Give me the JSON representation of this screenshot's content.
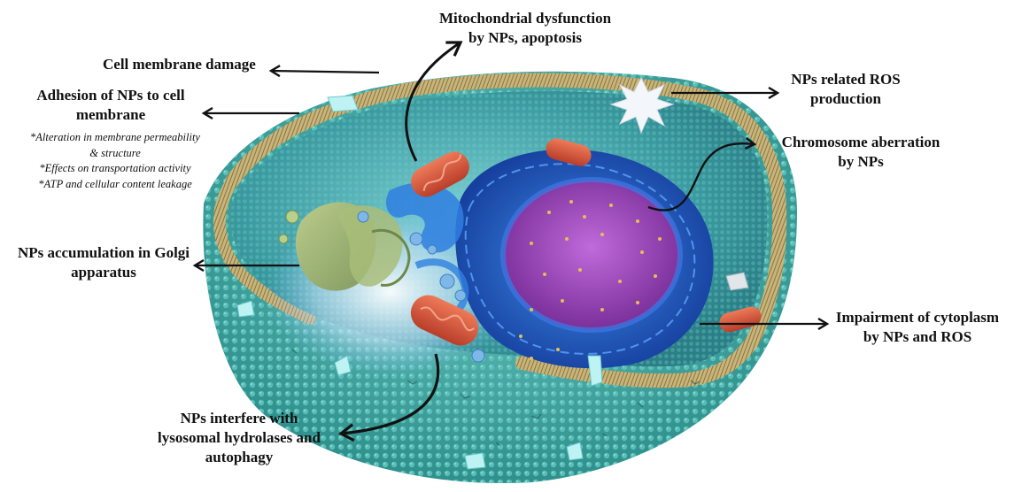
{
  "labels": {
    "mito_line1": "Mitochondrial dysfunction",
    "mito_line2": "by NPs, apoptosis",
    "membrane_damage": "Cell membrane damage",
    "adhesion_line1": "Adhesion of NPs to cell",
    "adhesion_line2": "membrane",
    "ros_line1": "NPs related ROS",
    "ros_line2": "production",
    "chromosome_line1": "Chromosome aberration",
    "chromosome_line2": "by NPs",
    "golgi_line1": "NPs accumulation in Golgi",
    "golgi_line2": "apparatus",
    "cytoplasm_line1": "Impairment of cytoplasm",
    "cytoplasm_line2": "by NPs and ROS",
    "lysosome_line1": "NPs interfere with",
    "lysosome_line2": "lysosomal hydrolases and",
    "lysosome_line3": "autophagy"
  },
  "adhesion_effects": [
    "*Alteration in membrane permeability",
    "& structure",
    "*Effects on transportation activity",
    "*ATP and cellular content leakage"
  ],
  "colors": {
    "membrane_outer": "#4fb7b1",
    "membrane_gold": "#b8a46a",
    "cytoplasm": "#3e9fa4",
    "nucleus_envelope": "#1f5fc4",
    "nucleus": "#8e3fb0",
    "mitochondria": "#d2553e",
    "golgi": "#9caf6f",
    "arrow": "#111111"
  }
}
